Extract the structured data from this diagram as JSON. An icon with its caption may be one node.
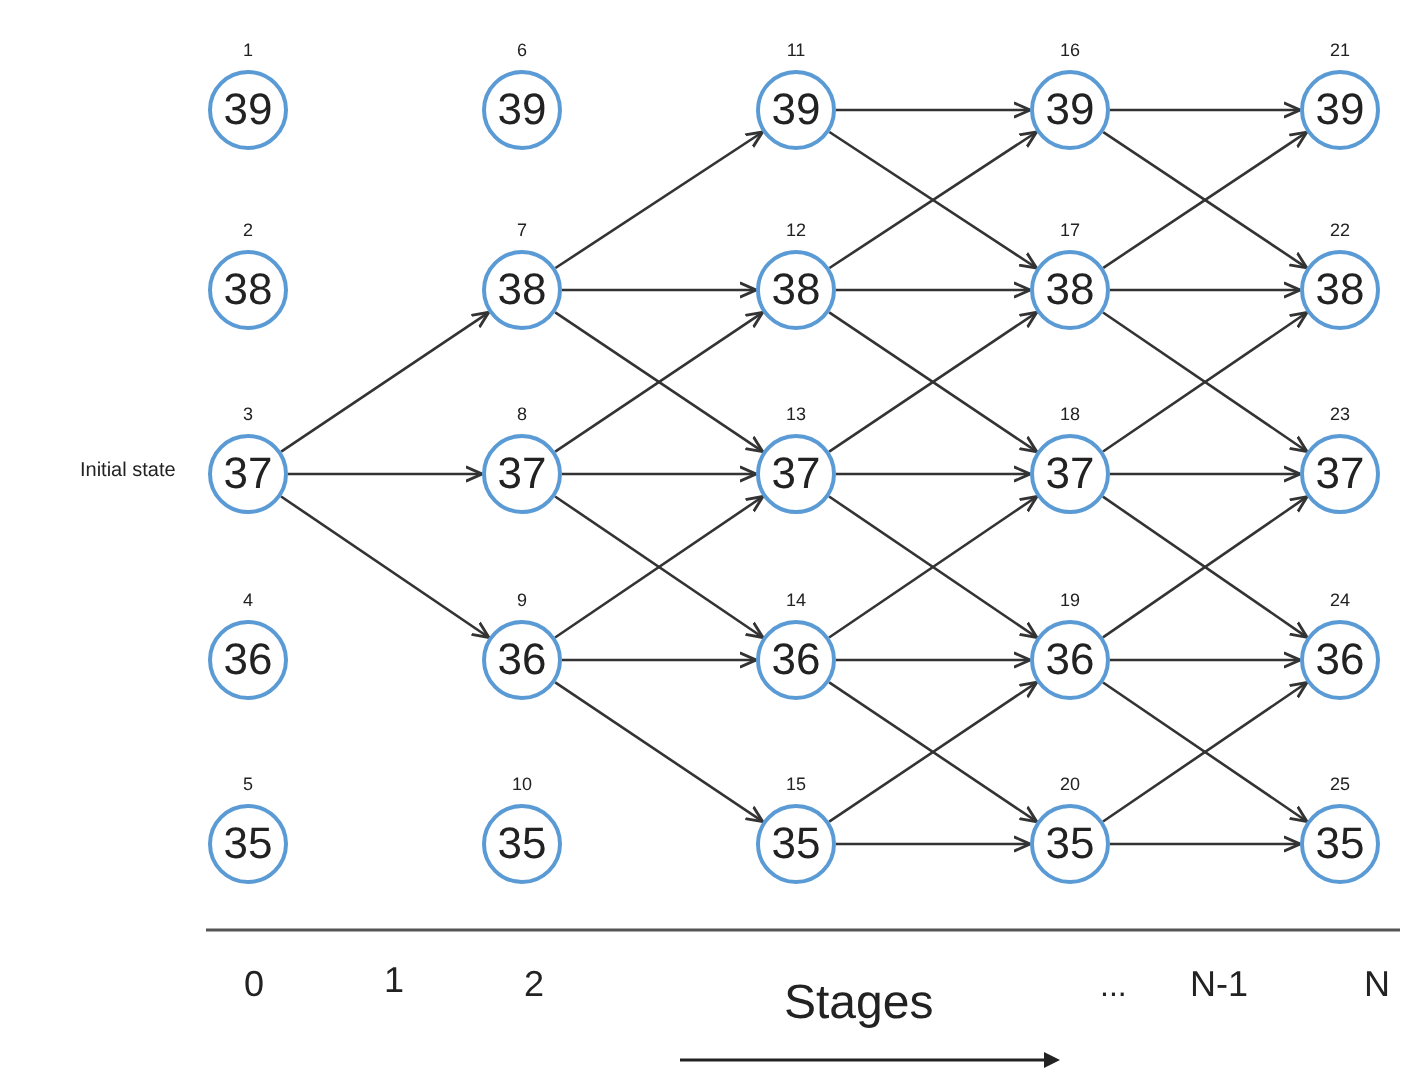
{
  "diagram": {
    "nodes": [
      {
        "text": [
          "39"
        ],
        "beside": [
          "1"
        ]
      },
      {
        "text": [
          "38"
        ],
        "beside": [
          "2"
        ]
      },
      {
        "text": [
          "37"
        ],
        "beside": [
          "3"
        ]
      },
      {
        "text": [
          "36"
        ],
        "beside": [
          "4"
        ]
      },
      {
        "text": [
          "35"
        ],
        "beside": [
          "5"
        ]
      },
      {
        "text": [
          "39"
        ],
        "beside": [
          "6"
        ]
      },
      {
        "text": [
          "38"
        ],
        "beside": [
          "7"
        ]
      },
      {
        "text": [
          "37"
        ],
        "beside": [
          "8"
        ]
      },
      {
        "text": [
          "36"
        ],
        "beside": [
          "9"
        ]
      },
      {
        "text": [
          "35"
        ],
        "beside": [
          "10"
        ]
      },
      {
        "text": [
          "39"
        ],
        "beside": [
          "11"
        ]
      },
      {
        "text": [
          "38"
        ],
        "beside": [
          "12"
        ]
      },
      {
        "text": [
          "37"
        ],
        "beside": [
          "13"
        ]
      },
      {
        "text": [
          "36"
        ],
        "beside": [
          "14"
        ]
      },
      {
        "text": [
          "35"
        ],
        "beside": [
          "15"
        ]
      },
      {
        "text": [
          "39"
        ],
        "beside": [
          "16"
        ]
      },
      {
        "text": [
          "38"
        ],
        "beside": [
          "17"
        ]
      },
      {
        "text": [
          "37"
        ],
        "beside": [
          "18"
        ]
      },
      {
        "text": [
          "36"
        ],
        "beside": [
          "19"
        ]
      },
      {
        "text": [
          "35"
        ],
        "beside": [
          "20"
        ]
      },
      {
        "text": [
          "39"
        ],
        "beside": [
          "21"
        ]
      },
      {
        "text": [
          "38"
        ],
        "beside": [
          "22"
        ]
      },
      {
        "text": [
          "37"
        ],
        "beside": [
          "23"
        ]
      },
      {
        "text": [
          "36"
        ],
        "beside": [
          "24"
        ]
      },
      {
        "text": [
          "35"
        ],
        "beside": [
          "25"
        ]
      }
    ],
    "edges": [
      {
        "from": 2,
        "to": 6,
        "arrow": "to"
      },
      {
        "from": 2,
        "to": 7,
        "arrow": "to"
      },
      {
        "from": 2,
        "to": 8,
        "arrow": "to"
      },
      {
        "from": 6,
        "to": 10,
        "arrow": "to"
      },
      {
        "from": 6,
        "to": 11,
        "arrow": "to"
      },
      {
        "from": 6,
        "to": 12,
        "arrow": "to"
      },
      {
        "from": 7,
        "to": 11,
        "arrow": "to"
      },
      {
        "from": 7,
        "to": 12,
        "arrow": "to"
      },
      {
        "from": 7,
        "to": 13,
        "arrow": "to"
      },
      {
        "from": 8,
        "to": 12,
        "arrow": "to"
      },
      {
        "from": 8,
        "to": 13,
        "arrow": "to"
      },
      {
        "from": 8,
        "to": 14,
        "arrow": "to"
      },
      {
        "from": 10,
        "to": 15,
        "arrow": "to"
      },
      {
        "from": 10,
        "to": 16,
        "arrow": "to"
      },
      {
        "from": 11,
        "to": 15,
        "arrow": "to"
      },
      {
        "from": 11,
        "to": 16,
        "arrow": "to"
      },
      {
        "from": 11,
        "to": 17,
        "arrow": "to"
      },
      {
        "from": 12,
        "to": 16,
        "arrow": "to"
      },
      {
        "from": 12,
        "to": 17,
        "arrow": "to"
      },
      {
        "from": 12,
        "to": 18,
        "arrow": "to"
      },
      {
        "from": 13,
        "to": 17,
        "arrow": "to"
      },
      {
        "from": 13,
        "to": 18,
        "arrow": "to"
      },
      {
        "from": 13,
        "to": 19,
        "arrow": "to"
      },
      {
        "from": 14,
        "to": 18,
        "arrow": "to"
      },
      {
        "from": 14,
        "to": 19,
        "arrow": "to"
      },
      {
        "from": 15,
        "to": 20,
        "arrow": "to"
      },
      {
        "from": 15,
        "to": 21,
        "arrow": "to"
      },
      {
        "from": 16,
        "to": 20,
        "arrow": "to"
      },
      {
        "from": 16,
        "to": 21,
        "arrow": "to"
      },
      {
        "from": 16,
        "to": 22,
        "arrow": "to"
      },
      {
        "from": 17,
        "to": 21,
        "arrow": "to"
      },
      {
        "from": 17,
        "to": 22,
        "arrow": "to"
      },
      {
        "from": 17,
        "to": 23,
        "arrow": "to"
      },
      {
        "from": 18,
        "to": 22,
        "arrow": "to"
      },
      {
        "from": 18,
        "to": 23,
        "arrow": "to"
      },
      {
        "from": 18,
        "to": 24,
        "arrow": "to"
      },
      {
        "from": 19,
        "to": 23,
        "arrow": "to"
      },
      {
        "from": 19,
        "to": 24,
        "arrow": "to"
      }
    ],
    "labels": [
      "Initial state",
      "0",
      "1",
      "2",
      "Stages",
      "...",
      "N-1",
      "N"
    ]
  }
}
